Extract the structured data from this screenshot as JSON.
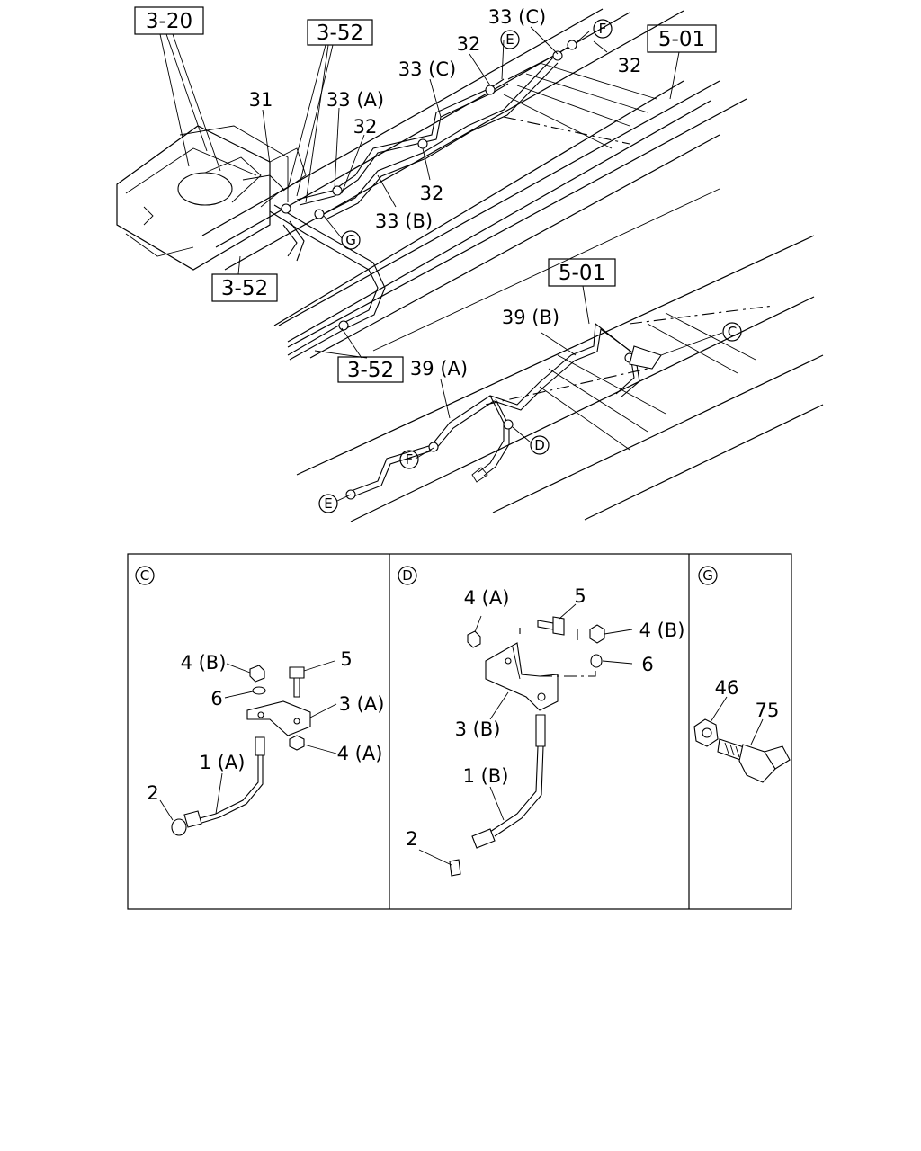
{
  "ref_boxes": {
    "b320": "3-20",
    "b352_top": "3-52",
    "b352_left": "3-52",
    "b352_mid": "3-52",
    "b501_top": "5-01",
    "b501_mid": "5-01"
  },
  "callouts": {
    "l31": "31",
    "l33a": "33 (A)",
    "l32_a": "32",
    "l33c_left": "33 (C)",
    "l32_b": "32",
    "l33c_top": "33 (C)",
    "l32_c": "32",
    "l32_d": "32",
    "l33b": "33 (B)",
    "l39b": "39 (B)",
    "l39a": "39 (A)"
  },
  "circle_markers": {
    "E_top": "E",
    "F_top": "F",
    "G_top": "G",
    "C_mid": "C",
    "D_mid": "D",
    "F_mid": "F",
    "E_mid": "E"
  },
  "detail_c": {
    "title": "C",
    "l4b": "4 (B)",
    "l5": "5",
    "l6": "6",
    "l3a": "3 (A)",
    "l4a": "4 (A)",
    "l1a": "1 (A)",
    "l2": "2"
  },
  "detail_d": {
    "title": "D",
    "l4a": "4 (A)",
    "l5": "5",
    "l4b": "4 (B)",
    "l6": "6",
    "l3b": "3 (B)",
    "l1b": "1 (B)",
    "l2": "2"
  },
  "detail_g": {
    "title": "G",
    "l46": "46",
    "l75": "75"
  }
}
